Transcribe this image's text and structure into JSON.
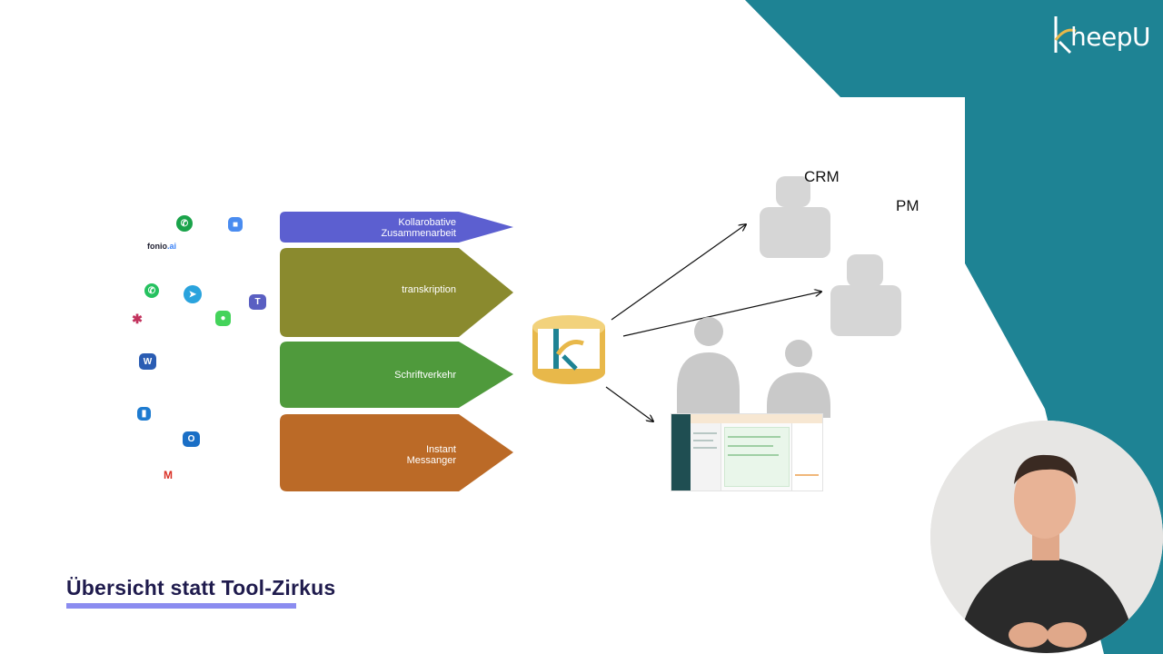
{
  "brand": {
    "logo_text": "heepU",
    "accent_teal": "#1e8394",
    "accent_gold": "#e8b84a"
  },
  "sources": {
    "fonio_label_prefix": "fonio",
    "fonio_label_suffix": ".ai",
    "icons": [
      "phone-call-icon",
      "zoom-icon",
      "whatsapp-icon",
      "telegram-icon",
      "teams-icon",
      "slack-icon",
      "imessage-icon",
      "word-icon",
      "trello-icon",
      "outlook-icon",
      "gmail-icon"
    ]
  },
  "arrows": [
    {
      "label_line1": "Kollarobative",
      "label_line2": "Zusammenarbeit",
      "color": "#5c5fd0"
    },
    {
      "label_line1": "transkription",
      "label_line2": "",
      "color": "#8a8a2e"
    },
    {
      "label_line1": "Schriftverkehr",
      "label_line2": "",
      "color": "#4f9a3c"
    },
    {
      "label_line1": "Instant",
      "label_line2": "Messanger",
      "color": "#bb6a27"
    }
  ],
  "targets": {
    "crm_label": "CRM",
    "pm_label": "PM"
  },
  "title": {
    "text": "Übersicht statt Tool-Zirkus"
  }
}
